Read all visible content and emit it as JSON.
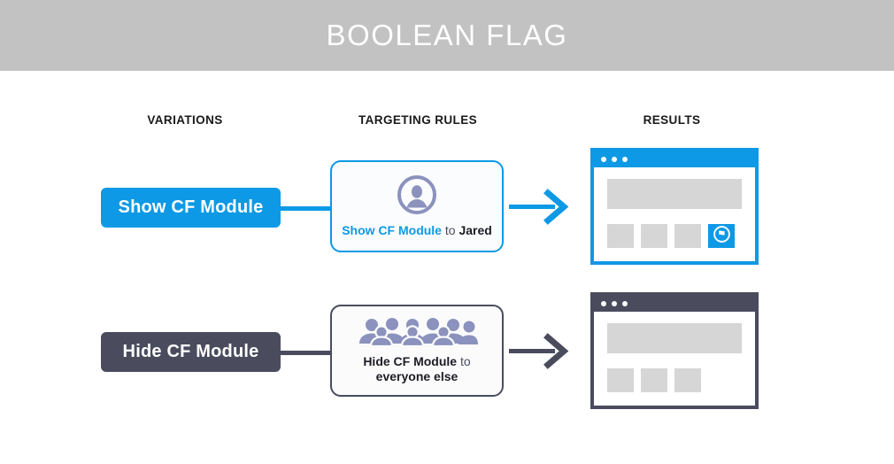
{
  "header": {
    "title": "BOOLEAN FLAG",
    "background_color": "#c2c2c2",
    "text_color": "#ffffff"
  },
  "colors": {
    "accent_blue": "#0d99e5",
    "dark_slate": "#4a4c5e",
    "people_icon": "#8b92bd",
    "placeholder_gray": "#d6d6d6"
  },
  "columns": [
    {
      "key": "variations",
      "label": "VARIATIONS"
    },
    {
      "key": "targeting",
      "label": "TARGETING RULES"
    },
    {
      "key": "results",
      "label": "RESULTS"
    }
  ],
  "rows": [
    {
      "variant": "blue",
      "pill_label": "Show CF Module",
      "rule_icon": "single-user-icon",
      "rule_text": {
        "action": "Show CF Module",
        "connector": " to ",
        "audience": "Jared"
      },
      "arrow_icon": "arrow-right-icon",
      "result": {
        "window_label": "browser-window-with-cf-module",
        "titlebar_dots": 3,
        "tiles": [
          "empty",
          "empty",
          "empty",
          "cf-module"
        ],
        "cf_tile_icon": "flag-circle-icon"
      }
    },
    {
      "variant": "dark",
      "pill_label": "Hide CF Module",
      "rule_icon": "crowd-of-people-icon",
      "rule_text": {
        "action": "Hide CF Module",
        "connector": " to",
        "audience": "everyone else"
      },
      "arrow_icon": "arrow-right-icon",
      "result": {
        "window_label": "browser-window-without-cf-module",
        "titlebar_dots": 3,
        "tiles": [
          "empty",
          "empty",
          "empty"
        ],
        "cf_tile_icon": null
      }
    }
  ]
}
